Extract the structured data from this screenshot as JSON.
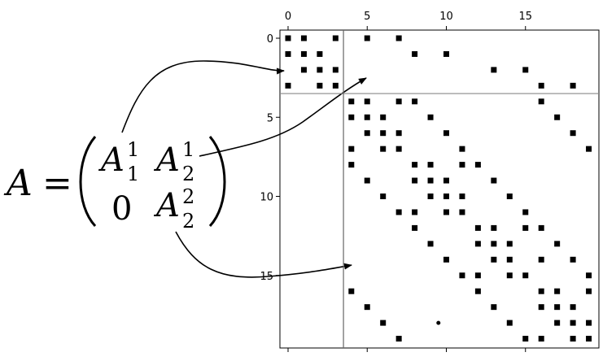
{
  "equation": {
    "lhs": "A",
    "eq": "=",
    "block_11": {
      "base": "A",
      "sup": "1",
      "sub": "1"
    },
    "block_12": {
      "base": "A",
      "sup": "1",
      "sub": "2"
    },
    "block_21": "0",
    "block_22": {
      "base": "A",
      "sup": "2",
      "sub": "2"
    }
  },
  "matrix_plot": {
    "rows": 20,
    "cols": 20,
    "row_split": 3.5,
    "col_split": 3.5,
    "x_ticks": [
      "0",
      "5",
      "10",
      "15"
    ],
    "x_tick_values": [
      0,
      5,
      10,
      15
    ],
    "y_ticks": [
      "0",
      "5",
      "10",
      "15"
    ],
    "y_tick_values": [
      0,
      5,
      10,
      15
    ],
    "marker": "square",
    "nonzeros": [
      [
        0,
        0
      ],
      [
        0,
        1
      ],
      [
        0,
        3
      ],
      [
        0,
        5
      ],
      [
        0,
        7
      ],
      [
        1,
        0
      ],
      [
        1,
        1
      ],
      [
        1,
        2
      ],
      [
        1,
        8
      ],
      [
        1,
        10
      ],
      [
        2,
        1
      ],
      [
        2,
        2
      ],
      [
        2,
        3
      ],
      [
        2,
        13
      ],
      [
        2,
        15
      ],
      [
        3,
        0
      ],
      [
        3,
        2
      ],
      [
        3,
        3
      ],
      [
        3,
        16
      ],
      [
        3,
        18
      ],
      [
        4,
        4
      ],
      [
        4,
        5
      ],
      [
        4,
        7
      ],
      [
        4,
        8
      ],
      [
        4,
        16
      ],
      [
        5,
        4
      ],
      [
        5,
        5
      ],
      [
        5,
        6
      ],
      [
        5,
        9
      ],
      [
        5,
        17
      ],
      [
        6,
        5
      ],
      [
        6,
        6
      ],
      [
        6,
        7
      ],
      [
        6,
        10
      ],
      [
        6,
        18
      ],
      [
        7,
        4
      ],
      [
        7,
        6
      ],
      [
        7,
        7
      ],
      [
        7,
        11
      ],
      [
        7,
        19
      ],
      [
        8,
        4
      ],
      [
        8,
        8
      ],
      [
        8,
        9
      ],
      [
        8,
        11
      ],
      [
        8,
        12
      ],
      [
        9,
        5
      ],
      [
        9,
        8
      ],
      [
        9,
        9
      ],
      [
        9,
        10
      ],
      [
        9,
        13
      ],
      [
        10,
        6
      ],
      [
        10,
        9
      ],
      [
        10,
        10
      ],
      [
        10,
        11
      ],
      [
        10,
        14
      ],
      [
        11,
        7
      ],
      [
        11,
        8
      ],
      [
        11,
        10
      ],
      [
        11,
        11
      ],
      [
        11,
        15
      ],
      [
        12,
        8
      ],
      [
        12,
        12
      ],
      [
        12,
        13
      ],
      [
        12,
        15
      ],
      [
        12,
        16
      ],
      [
        13,
        9
      ],
      [
        13,
        12
      ],
      [
        13,
        13
      ],
      [
        13,
        14
      ],
      [
        13,
        17
      ],
      [
        14,
        10
      ],
      [
        14,
        13
      ],
      [
        14,
        14
      ],
      [
        14,
        16
      ],
      [
        14,
        18
      ],
      [
        15,
        11
      ],
      [
        15,
        12
      ],
      [
        15,
        14
      ],
      [
        15,
        15
      ],
      [
        15,
        19
      ],
      [
        16,
        4
      ],
      [
        16,
        12
      ],
      [
        16,
        16
      ],
      [
        16,
        17
      ],
      [
        16,
        19
      ],
      [
        17,
        5
      ],
      [
        17,
        13
      ],
      [
        17,
        16
      ],
      [
        17,
        17
      ],
      [
        17,
        18
      ],
      [
        18,
        6
      ],
      [
        18,
        14
      ],
      [
        18,
        17
      ],
      [
        18,
        18
      ],
      [
        18,
        19
      ],
      [
        19,
        7
      ],
      [
        19,
        15
      ],
      [
        19,
        16
      ],
      [
        19,
        18
      ],
      [
        19,
        19
      ]
    ],
    "dots": [
      [
        18,
        9.5
      ]
    ]
  },
  "arrows": [
    {
      "from": "block_11",
      "to": "upper-left-block"
    },
    {
      "from": "block_12",
      "to": "upper-right-block"
    },
    {
      "from": "block_22",
      "to": "lower-right-block"
    }
  ]
}
